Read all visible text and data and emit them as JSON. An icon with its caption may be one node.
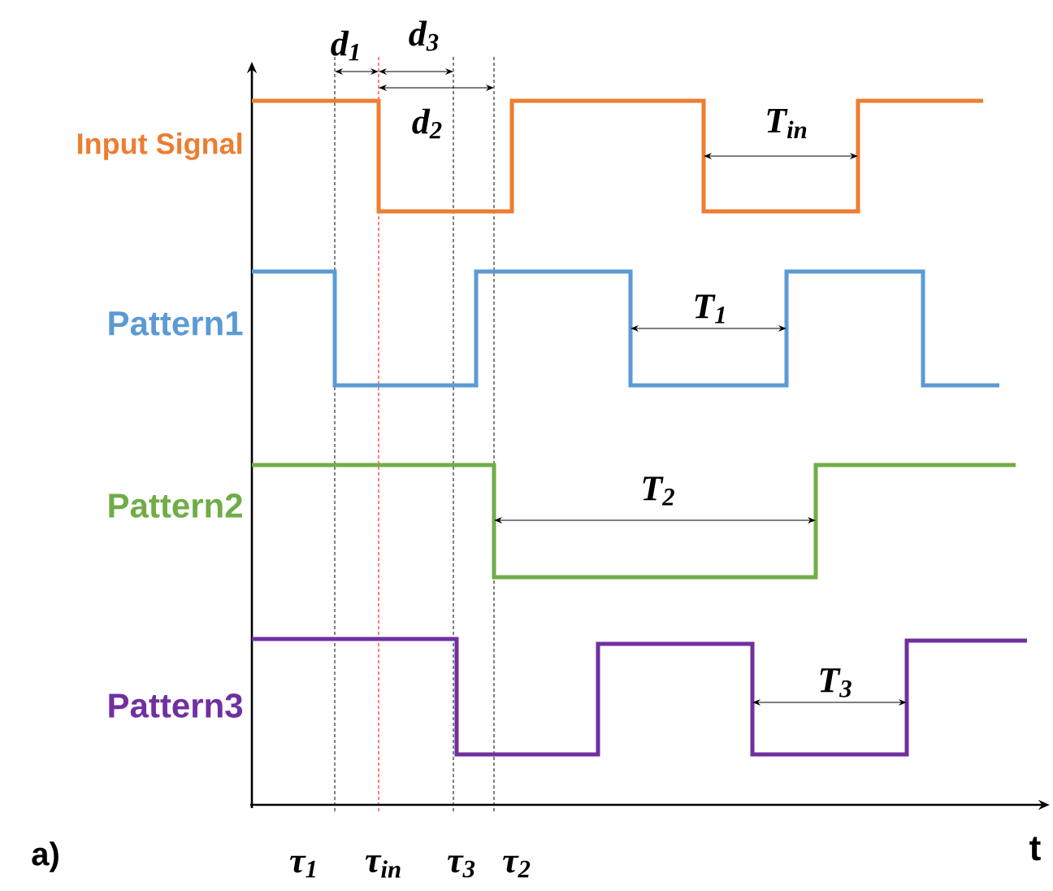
{
  "diagram": {
    "labels": [
      "d$_{1}$",
      "d$_{3}$",
      "d$_{2}$",
      "Input Signal",
      "T$_{in}$",
      "Pattern1",
      "T$_{1}$",
      "Pattern2",
      "T$_{2}$",
      "Pattern3",
      "T$_{3}$",
      "a)",
      "τ$_{1}$",
      "τ$_{in}$",
      "τ$_{3}$",
      "τ$_{2}$",
      "t"
    ]
  }
}
